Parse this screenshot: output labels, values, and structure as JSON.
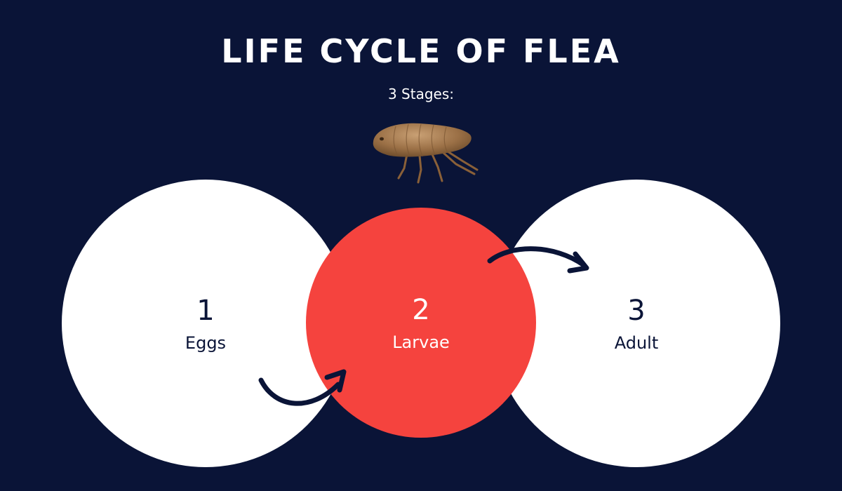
{
  "title": "LIFE CYCLE OF FLEA",
  "subtitle": "3 Stages:",
  "colors": {
    "background": "#0a1437",
    "stage_light": "#ffffff",
    "stage_accent": "#f5433e",
    "arrow": "#0a1437"
  },
  "stages": [
    {
      "number": "1",
      "label": "Eggs",
      "color": "#ffffff"
    },
    {
      "number": "2",
      "label": "Larvae",
      "color": "#f5433e"
    },
    {
      "number": "3",
      "label": "Adult",
      "color": "#ffffff"
    }
  ],
  "icons": {
    "flea": "flea-icon",
    "arrow_1": "curved-arrow-icon",
    "arrow_2": "curved-arrow-icon"
  }
}
